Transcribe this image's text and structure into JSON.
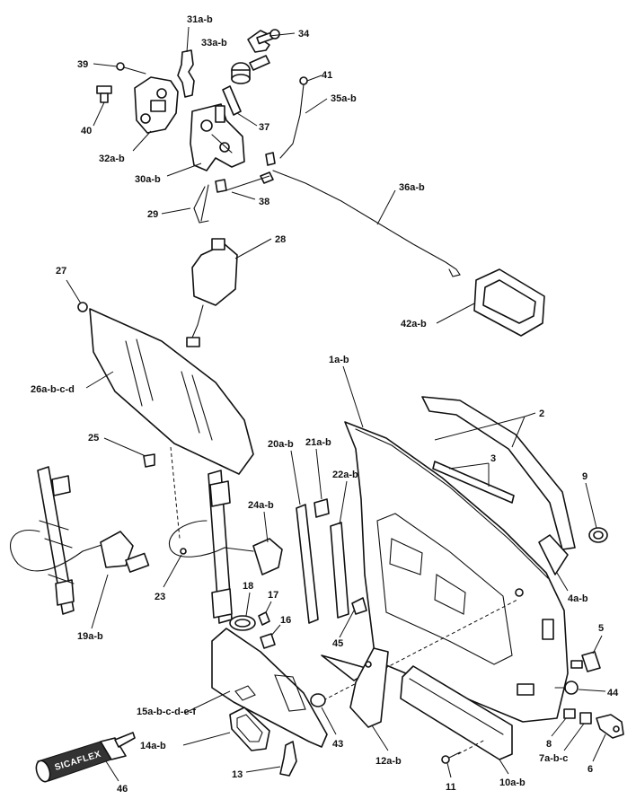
{
  "labels": {
    "l1ab": "1a-b",
    "l2": "2",
    "l3": "3",
    "l4ab": "4a-b",
    "l5": "5",
    "l6": "6",
    "l7abc": "7a-b-c",
    "l8": "8",
    "l9": "9",
    "l10ab": "10a-b",
    "l11": "11",
    "l12ab": "12a-b",
    "l13": "13",
    "l14ab": "14a-b",
    "l15abcdef": "15a-b-c-d-e-f",
    "l16": "16",
    "l17": "17",
    "l18": "18",
    "l19ab": "19a-b",
    "l20ab": "20a-b",
    "l21ab": "21a-b",
    "l22ab": "22a-b",
    "l23": "23",
    "l24ab": "24a-b",
    "l25": "25",
    "l26abcd": "26a-b-c-d",
    "l27": "27",
    "l28": "28",
    "l29": "29",
    "l30ab": "30a-b",
    "l31ab": "31a-b",
    "l32ab": "32a-b",
    "l33ab": "33a-b",
    "l34": "34",
    "l35ab": "35a-b",
    "l36ab": "36a-b",
    "l37": "37",
    "l38": "38",
    "l39": "39",
    "l40": "40",
    "l41": "41",
    "l42ab": "42a-b",
    "l43": "43",
    "l44": "44",
    "l45": "45",
    "l46": "46"
  },
  "sealant_tube_text": "SICAFLEX"
}
